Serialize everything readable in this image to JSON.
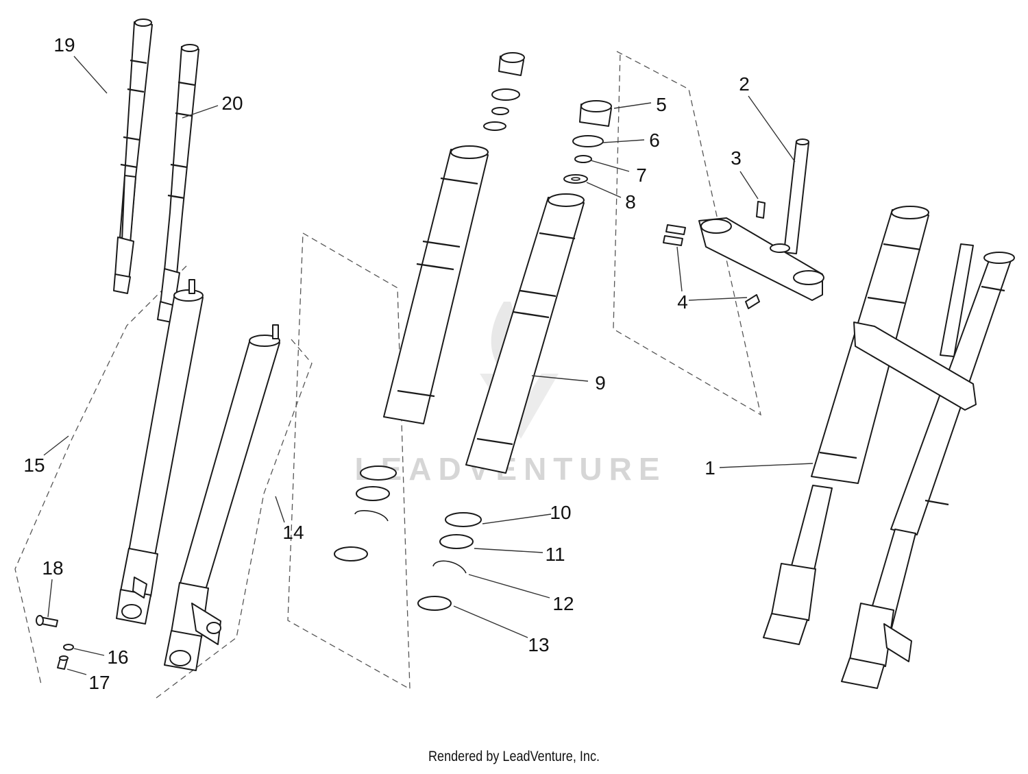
{
  "diagram": {
    "watermark": "LEADVENTURE",
    "labels": [
      "1",
      "2",
      "3",
      "4",
      "5",
      "6",
      "7",
      "8",
      "9",
      "10",
      "11",
      "12",
      "13",
      "14",
      "15",
      "16",
      "17",
      "18",
      "19",
      "20"
    ]
  },
  "footer": {
    "text": "Rendered by LeadVenture, Inc."
  },
  "colors": {
    "line": "#1a1a1a",
    "watermark": "#d6d6d6",
    "background": "#ffffff"
  }
}
